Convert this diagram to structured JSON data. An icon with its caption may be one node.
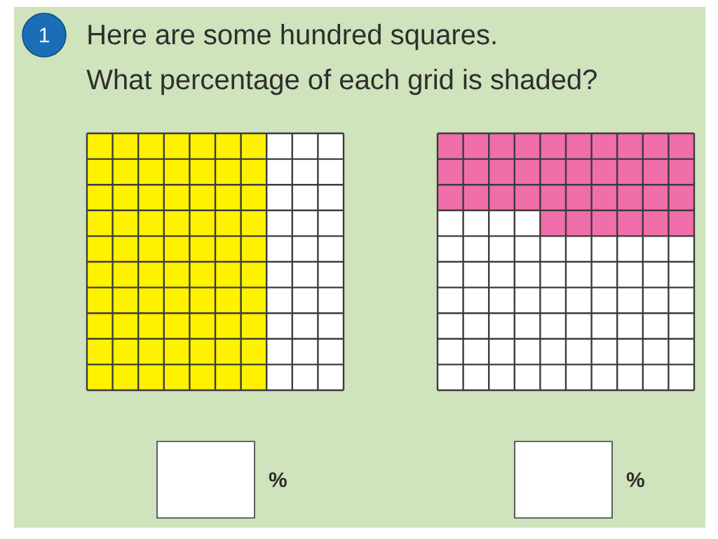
{
  "diagram": {
    "nodes": [
      {
        "text": [
          "1"
        ]
      },
      {
        "text": [],
        "shape": "box",
        "beside": [
          "%"
        ]
      },
      {
        "text": [],
        "shape": "box",
        "beside": [
          "%"
        ]
      }
    ],
    "labels": [
      "Here are some hundred squares.",
      "What percentage of each grid is shaded?"
    ]
  }
}
